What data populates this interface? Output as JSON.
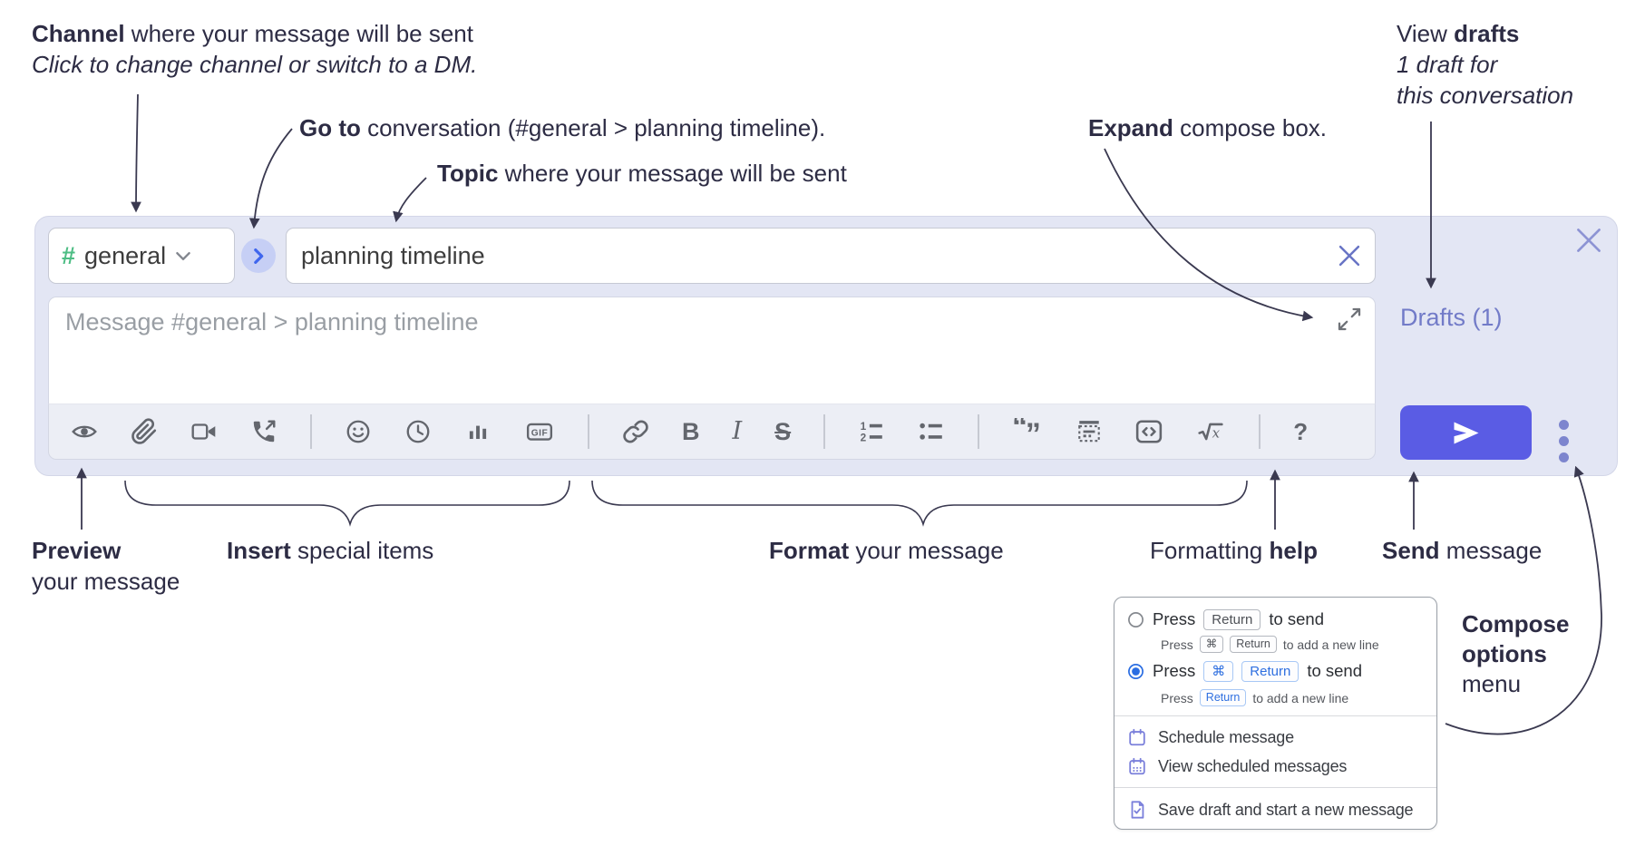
{
  "annotations": {
    "channel": {
      "bold": "Channel",
      "rest": " where your message will be sent",
      "sub": "Click to change channel or switch to a DM."
    },
    "goto": {
      "bold": "Go to",
      "rest": " conversation (#general > planning timeline)."
    },
    "topic": {
      "bold": "Topic",
      "rest": " where your message will be sent"
    },
    "expand": {
      "bold": "Expand",
      "rest": " compose box."
    },
    "view_drafts": {
      "pre": "View ",
      "bold": "drafts",
      "line2": "1 draft for",
      "line3": "this conversation"
    },
    "preview": {
      "bold": "Preview",
      "line2": "your message"
    },
    "insert": {
      "bold": "Insert",
      "rest": " special items"
    },
    "format": {
      "bold": "Format",
      "rest": " your message"
    },
    "formatting_help": {
      "pre": "Formatting ",
      "bold": "help"
    },
    "send": {
      "bold": "Send",
      "rest": " message"
    },
    "compose_options": {
      "line1": "Compose",
      "line2": "options",
      "line3": "menu"
    }
  },
  "compose": {
    "channel_hash": "#",
    "channel_name": "general",
    "topic_value": "planning timeline",
    "message_placeholder": "Message #general > planning timeline",
    "drafts_link": "Drafts (1)",
    "toolbar_icons": [
      "preview-icon",
      "attach-file-icon",
      "video-call-icon",
      "audio-call-icon",
      "emoji-icon",
      "global-time-icon",
      "poll-icon",
      "gif-icon",
      "link-icon",
      "bold-icon",
      "italic-icon",
      "strikethrough-icon",
      "numbered-list-icon",
      "bulleted-list-icon",
      "quote-icon",
      "spoiler-icon",
      "code-icon",
      "math-icon",
      "help-icon"
    ],
    "glyphs": {
      "gif": "GIF",
      "bold": "B",
      "italic": "I",
      "strike": "S",
      "help": "?",
      "math_x": "x",
      "ol_1": "1",
      "ol_2": "2",
      "quote_open": "“",
      "quote_close": "”"
    }
  },
  "popup": {
    "option1": {
      "press": "Press",
      "key": "Return",
      "suffix": "to send",
      "sub_press": "Press",
      "sub_key1": "⌘",
      "sub_key2": "Return",
      "sub_suffix": "to add a new line"
    },
    "option2": {
      "press": "Press",
      "key1": "⌘",
      "key2": "Return",
      "suffix": "to send",
      "sub_press": "Press",
      "sub_key": "Return",
      "sub_suffix": "to add a new line"
    },
    "items": [
      {
        "label": "Schedule message"
      },
      {
        "label": "View scheduled messages"
      },
      {
        "label": "Save draft and start a new message"
      }
    ]
  },
  "colors": {
    "compose_bg": "#e3e6f4",
    "accent_send": "#5a5ce4",
    "link_purple": "#727bc8",
    "hash_green": "#4dbd84",
    "kbd_blue": "#2e6fe0",
    "menu_icon_purple": "#7b80db",
    "annotation_ink": "#2d2c44"
  }
}
